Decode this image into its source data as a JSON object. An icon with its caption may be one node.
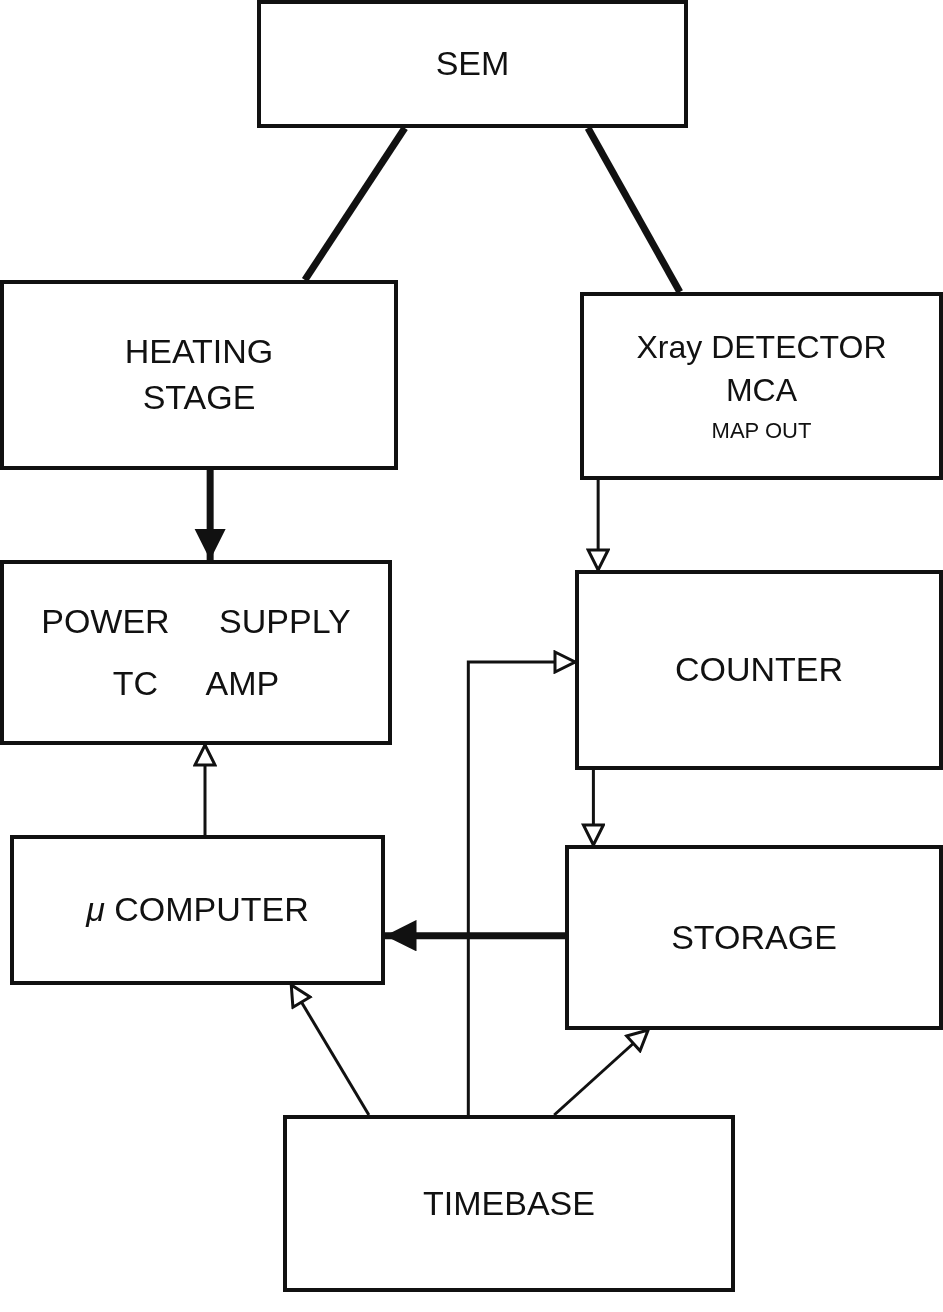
{
  "diagram": {
    "nodes": [
      {
        "text": [
          "SEM"
        ]
      },
      {
        "text": [
          "HEATING STAGE"
        ]
      },
      {
        "text": [
          "Xray DETECTOR MCA",
          "MAP OUT"
        ]
      },
      {
        "text": [
          "POWER SUPPLY",
          "TC AMP"
        ]
      },
      {
        "text": [
          "COUNTER"
        ]
      },
      {
        "text": [
          "*μ* COMPUTER"
        ]
      },
      {
        "text": [
          "STORAGE"
        ]
      },
      {
        "text": [
          "TIMEBASE"
        ]
      }
    ],
    "edges": [
      {
        "from": 0,
        "to": 1,
        "arrow": "none",
        "style": "thick"
      },
      {
        "from": 0,
        "to": 2,
        "arrow": "none",
        "style": "thick"
      },
      {
        "from": 1,
        "to": 3,
        "arrow": "to",
        "style": "thick"
      },
      {
        "from": 2,
        "to": 4,
        "arrow": "to"
      },
      {
        "from": 5,
        "to": 3,
        "arrow": "to"
      },
      {
        "from": 7,
        "to": 4,
        "arrow": "to"
      },
      {
        "from": 4,
        "to": 6,
        "arrow": "to"
      },
      {
        "from": 6,
        "to": 5,
        "arrow": "to",
        "style": "thick"
      },
      {
        "from": 7,
        "to": 5,
        "arrow": "to"
      },
      {
        "from": 7,
        "to": 6,
        "arrow": "to"
      }
    ]
  }
}
